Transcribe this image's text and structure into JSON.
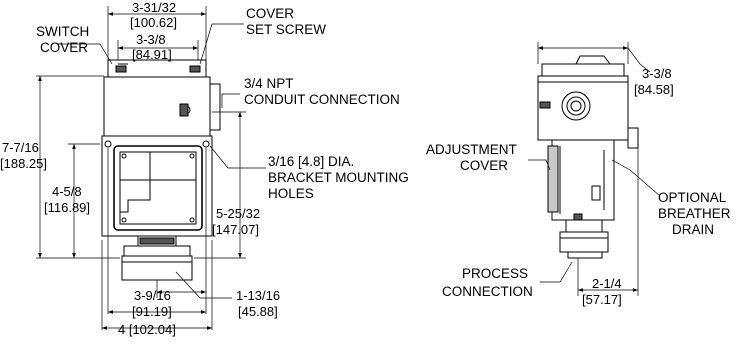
{
  "left_view": {
    "switch_cover": [
      "SWITCH",
      "COVER"
    ],
    "cover_set_screw": [
      "COVER",
      "SET SCREW"
    ],
    "overall_top_width": [
      "3-31/32",
      "[100.62]"
    ],
    "cover_width": [
      "3-3/8",
      "[84.91]"
    ],
    "conduit": [
      "3/4 NPT",
      "CONDUIT CONNECTION"
    ],
    "bracket_holes": [
      "3/16 [4.8] DIA.",
      "BRACKET MOUNTING",
      "HOLES"
    ],
    "total_height": [
      "7-7/16",
      "[188.25]"
    ],
    "hole_height": [
      "4-5/8",
      "[116.89]"
    ],
    "right_height": [
      "5-25/32",
      "[147.07]"
    ],
    "hole_spacing": [
      "3-9/16",
      "[91.19]"
    ],
    "offset": [
      "1-13/16",
      "[45.88]"
    ],
    "base_width": "4 [102.04]"
  },
  "right_view": {
    "depth": [
      "3-3/8",
      "[84.58]"
    ],
    "adjustment_cover": [
      "ADJUSTMENT",
      "COVER"
    ],
    "breather": [
      "OPTIONAL",
      "BREATHER",
      "DRAIN"
    ],
    "process": [
      "PROCESS",
      "CONNECTION"
    ],
    "process_width": [
      "2-1/4",
      "[57.17]"
    ]
  }
}
